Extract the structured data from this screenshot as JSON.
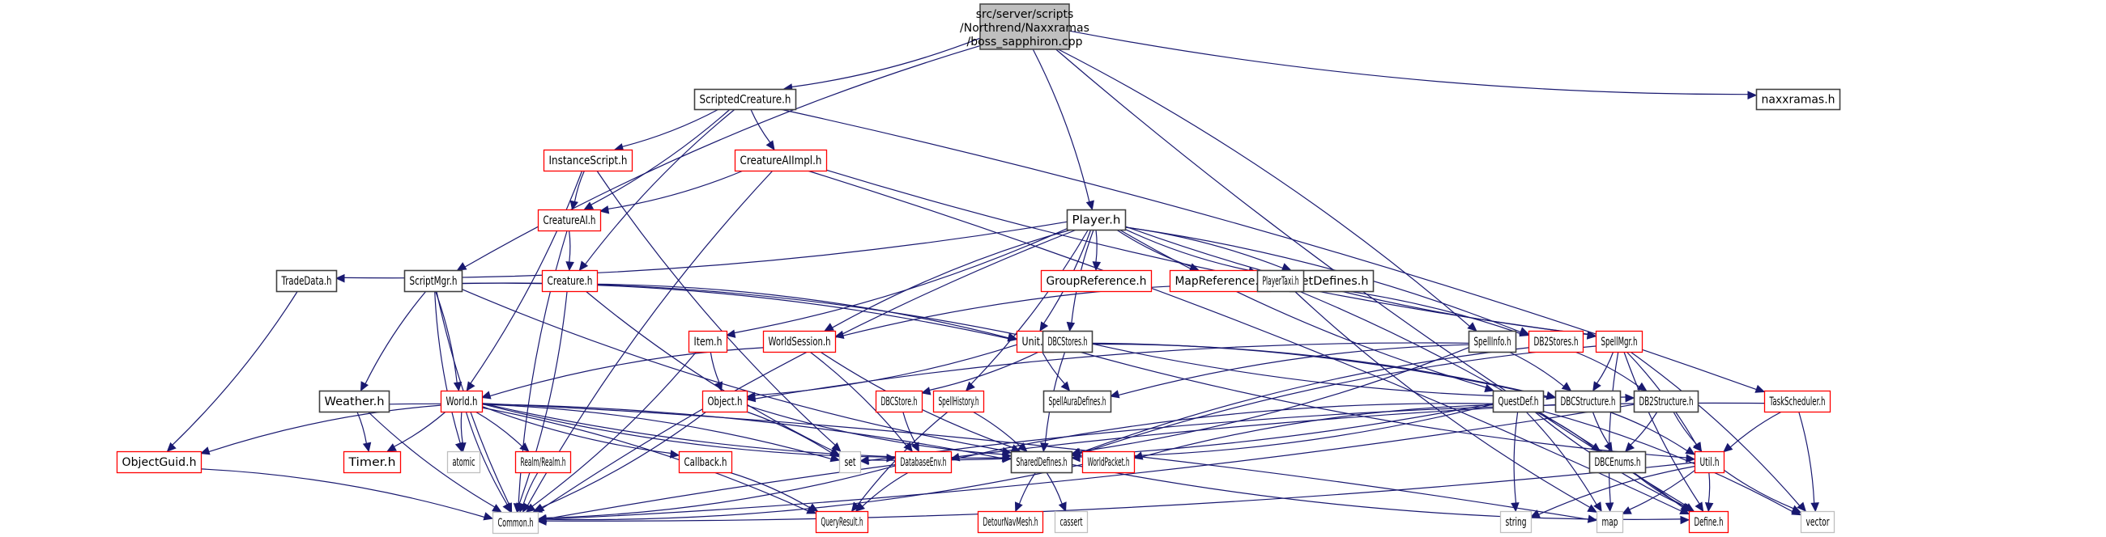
{
  "diagram": {
    "type": "include-dependency-graph",
    "colors": {
      "edge": "#191970",
      "root_fill": "#bfbfbf",
      "root_border": "#404040",
      "documented_border": "#404040",
      "undocumented_border": "#ff0000",
      "external_border": "#bfbfbf",
      "external_text": "#404040"
    },
    "root": {
      "id": "root",
      "label_lines": [
        "src/server/scripts",
        "/Northrend/Naxxramas",
        "/boss_sapphiron.cpp"
      ]
    },
    "nodes": [
      {
        "id": "ScriptedCreature",
        "label": "ScriptedCreature.h",
        "kind": "documented"
      },
      {
        "id": "naxxramas",
        "label": "naxxramas.h",
        "kind": "documented"
      },
      {
        "id": "InstanceScript",
        "label": "InstanceScript.h",
        "kind": "undocumented"
      },
      {
        "id": "CreatureAIImpl",
        "label": "CreatureAIImpl.h",
        "kind": "undocumented"
      },
      {
        "id": "CreatureAI",
        "label": "CreatureAI.h",
        "kind": "undocumented"
      },
      {
        "id": "Player",
        "label": "Player.h",
        "kind": "documented"
      },
      {
        "id": "TradeData",
        "label": "TradeData.h",
        "kind": "documented"
      },
      {
        "id": "ScriptMgr",
        "label": "ScriptMgr.h",
        "kind": "documented"
      },
      {
        "id": "Creature",
        "label": "Creature.h",
        "kind": "undocumented"
      },
      {
        "id": "GroupReference",
        "label": "GroupReference.h",
        "kind": "undocumented"
      },
      {
        "id": "MapReference",
        "label": "MapReference.h",
        "kind": "undocumented"
      },
      {
        "id": "PetDefines",
        "label": "PetDefines.h",
        "kind": "documented"
      },
      {
        "id": "PlayerTaxi",
        "label": "PlayerTaxi.h",
        "kind": "documented"
      },
      {
        "id": "Item",
        "label": "Item.h",
        "kind": "undocumented"
      },
      {
        "id": "WorldSession",
        "label": "WorldSession.h",
        "kind": "undocumented"
      },
      {
        "id": "Unit",
        "label": "Unit.h",
        "kind": "undocumented"
      },
      {
        "id": "DBCStores",
        "label": "DBCStores.h",
        "kind": "documented"
      },
      {
        "id": "SpellInfo",
        "label": "SpellInfo.h",
        "kind": "documented"
      },
      {
        "id": "DB2Stores",
        "label": "DB2Stores.h",
        "kind": "undocumented"
      },
      {
        "id": "SpellMgr",
        "label": "SpellMgr.h",
        "kind": "undocumented"
      },
      {
        "id": "Weather",
        "label": "Weather.h",
        "kind": "documented"
      },
      {
        "id": "World",
        "label": "World.h",
        "kind": "undocumented"
      },
      {
        "id": "Object",
        "label": "Object.h",
        "kind": "undocumented"
      },
      {
        "id": "DBCStore",
        "label": "DBCStore.h",
        "kind": "undocumented"
      },
      {
        "id": "SpellHistory",
        "label": "SpellHistory.h",
        "kind": "undocumented"
      },
      {
        "id": "SpellAuraDefines",
        "label": "SpellAuraDefines.h",
        "kind": "documented"
      },
      {
        "id": "QuestDef",
        "label": "QuestDef.h",
        "kind": "documented"
      },
      {
        "id": "DBCStructure",
        "label": "DBCStructure.h",
        "kind": "documented"
      },
      {
        "id": "DB2Structure",
        "label": "DB2Structure.h",
        "kind": "documented"
      },
      {
        "id": "TaskScheduler",
        "label": "TaskScheduler.h",
        "kind": "undocumented"
      },
      {
        "id": "ObjectGuid",
        "label": "ObjectGuid.h",
        "kind": "undocumented"
      },
      {
        "id": "Timer",
        "label": "Timer.h",
        "kind": "undocumented"
      },
      {
        "id": "atomic",
        "label": "atomic",
        "kind": "external"
      },
      {
        "id": "Realm",
        "label": "Realm/Realm.h",
        "kind": "undocumented"
      },
      {
        "id": "Callback",
        "label": "Callback.h",
        "kind": "undocumented"
      },
      {
        "id": "set",
        "label": "set",
        "kind": "external"
      },
      {
        "id": "DatabaseEnv",
        "label": "DatabaseEnv.h",
        "kind": "undocumented"
      },
      {
        "id": "SharedDefines",
        "label": "SharedDefines.h",
        "kind": "documented"
      },
      {
        "id": "WorldPacket",
        "label": "WorldPacket.h",
        "kind": "undocumented"
      },
      {
        "id": "DBCEnums",
        "label": "DBCEnums.h",
        "kind": "documented"
      },
      {
        "id": "Util",
        "label": "Util.h",
        "kind": "undocumented"
      },
      {
        "id": "Common",
        "label": "Common.h",
        "kind": "external"
      },
      {
        "id": "QueryResult",
        "label": "QueryResult.h",
        "kind": "undocumented"
      },
      {
        "id": "DetourNavMesh",
        "label": "DetourNavMesh.h",
        "kind": "undocumented"
      },
      {
        "id": "cassert",
        "label": "cassert",
        "kind": "external"
      },
      {
        "id": "string",
        "label": "string",
        "kind": "external"
      },
      {
        "id": "map",
        "label": "map",
        "kind": "external"
      },
      {
        "id": "Define",
        "label": "Define.h",
        "kind": "undocumented"
      },
      {
        "id": "vector",
        "label": "vector",
        "kind": "external"
      }
    ],
    "edges": [
      [
        "root",
        "ScriptedCreature"
      ],
      [
        "root",
        "naxxramas"
      ],
      [
        "root",
        "Player"
      ],
      [
        "root",
        "ScriptMgr"
      ],
      [
        "root",
        "SpellInfo"
      ],
      [
        "root",
        "Define"
      ],
      [
        "ScriptedCreature",
        "InstanceScript"
      ],
      [
        "ScriptedCreature",
        "CreatureAIImpl"
      ],
      [
        "ScriptedCreature",
        "CreatureAI"
      ],
      [
        "ScriptedCreature",
        "Creature"
      ],
      [
        "ScriptedCreature",
        "TaskScheduler"
      ],
      [
        "InstanceScript",
        "CreatureAI"
      ],
      [
        "InstanceScript",
        "World"
      ],
      [
        "InstanceScript",
        "set"
      ],
      [
        "CreatureAIImpl",
        "CreatureAI"
      ],
      [
        "CreatureAIImpl",
        "SpellMgr"
      ],
      [
        "CreatureAIImpl",
        "Define"
      ],
      [
        "CreatureAIImpl",
        "Common"
      ],
      [
        "CreatureAI",
        "Creature"
      ],
      [
        "CreatureAI",
        "Common"
      ],
      [
        "Player",
        "GroupReference"
      ],
      [
        "Player",
        "MapReference"
      ],
      [
        "Player",
        "PetDefines"
      ],
      [
        "Player",
        "PlayerTaxi"
      ],
      [
        "Player",
        "Item"
      ],
      [
        "Player",
        "WorldSession"
      ],
      [
        "Player",
        "Unit"
      ],
      [
        "Player",
        "DBCStores"
      ],
      [
        "Player",
        "DB2Stores"
      ],
      [
        "Player",
        "SpellMgr"
      ],
      [
        "Player",
        "SpellHistory"
      ],
      [
        "Player",
        "QuestDef"
      ],
      [
        "Player",
        "TradeData"
      ],
      [
        "Player",
        "Common"
      ],
      [
        "TradeData",
        "ObjectGuid"
      ],
      [
        "ScriptMgr",
        "Weather"
      ],
      [
        "ScriptMgr",
        "World"
      ],
      [
        "ScriptMgr",
        "atomic"
      ],
      [
        "ScriptMgr",
        "Unit"
      ],
      [
        "ScriptMgr",
        "SharedDefines"
      ],
      [
        "ScriptMgr",
        "DBCStores"
      ],
      [
        "ScriptMgr",
        "Common"
      ],
      [
        "Creature",
        "Unit"
      ],
      [
        "Creature",
        "set"
      ],
      [
        "Creature",
        "Common"
      ],
      [
        "PlayerTaxi",
        "WorldSession"
      ],
      [
        "PlayerTaxi",
        "DB2Stores"
      ],
      [
        "PlayerTaxi",
        "map"
      ],
      [
        "PlayerTaxi",
        "Define"
      ],
      [
        "Item",
        "Object"
      ],
      [
        "Item",
        "Common"
      ],
      [
        "WorldSession",
        "World"
      ],
      [
        "WorldSession",
        "DatabaseEnv"
      ],
      [
        "WorldSession",
        "SharedDefines"
      ],
      [
        "Unit",
        "Object"
      ],
      [
        "Unit",
        "SpellAuraDefines"
      ],
      [
        "Unit",
        "DBCStructure"
      ],
      [
        "Unit",
        "Util"
      ],
      [
        "DBCStores",
        "DBCStore"
      ],
      [
        "DBCStores",
        "SharedDefines"
      ],
      [
        "DBCStores",
        "DBCStructure"
      ],
      [
        "DBCStores",
        "DB2Structure"
      ],
      [
        "SpellInfo",
        "SharedDefines"
      ],
      [
        "SpellInfo",
        "SpellAuraDefines"
      ],
      [
        "SpellInfo",
        "DBCStructure"
      ],
      [
        "SpellInfo",
        "Object"
      ],
      [
        "DB2Stores",
        "DB2Structure"
      ],
      [
        "DB2Stores",
        "SharedDefines"
      ],
      [
        "SpellMgr",
        "DBCStructure"
      ],
      [
        "SpellMgr",
        "SharedDefines"
      ],
      [
        "SpellMgr",
        "Util"
      ],
      [
        "SpellMgr",
        "Define"
      ],
      [
        "SpellMgr",
        "vector"
      ],
      [
        "SpellMgr",
        "map"
      ],
      [
        "Weather",
        "Timer"
      ],
      [
        "Weather",
        "Common"
      ],
      [
        "Weather",
        "SharedDefines"
      ],
      [
        "World",
        "ObjectGuid"
      ],
      [
        "World",
        "Timer"
      ],
      [
        "World",
        "atomic"
      ],
      [
        "World",
        "Realm"
      ],
      [
        "World",
        "Callback"
      ],
      [
        "World",
        "set"
      ],
      [
        "World",
        "SharedDefines"
      ],
      [
        "World",
        "QueryResult"
      ],
      [
        "World",
        "Common"
      ],
      [
        "World",
        "map"
      ],
      [
        "World",
        "DatabaseEnv"
      ],
      [
        "Object",
        "set"
      ],
      [
        "Object",
        "SharedDefines"
      ],
      [
        "Object",
        "Common"
      ],
      [
        "DBCStore",
        "DatabaseEnv"
      ],
      [
        "SpellHistory",
        "SharedDefines"
      ],
      [
        "SpellHistory",
        "QueryResult"
      ],
      [
        "QuestDef",
        "SharedDefines"
      ],
      [
        "QuestDef",
        "WorldPacket"
      ],
      [
        "QuestDef",
        "DBCEnums"
      ],
      [
        "QuestDef",
        "string"
      ],
      [
        "QuestDef",
        "map"
      ],
      [
        "QuestDef",
        "Define"
      ],
      [
        "QuestDef",
        "vector"
      ],
      [
        "QuestDef",
        "DatabaseEnv"
      ],
      [
        "QuestDef",
        "set"
      ],
      [
        "DBCStructure",
        "DBCEnums"
      ],
      [
        "DBCStructure",
        "Util"
      ],
      [
        "DBCStructure",
        "Common"
      ],
      [
        "DB2Structure",
        "DBCEnums"
      ],
      [
        "DB2Structure",
        "Util"
      ],
      [
        "DB2Structure",
        "Common"
      ],
      [
        "TaskScheduler",
        "Util"
      ],
      [
        "TaskScheduler",
        "vector"
      ],
      [
        "TaskScheduler",
        "set"
      ],
      [
        "ObjectGuid",
        "Common"
      ],
      [
        "Realm",
        "Common"
      ],
      [
        "Callback",
        "QueryResult"
      ],
      [
        "DatabaseEnv",
        "QueryResult"
      ],
      [
        "DatabaseEnv",
        "Common"
      ],
      [
        "SharedDefines",
        "DetourNavMesh"
      ],
      [
        "SharedDefines",
        "cassert"
      ],
      [
        "SharedDefines",
        "Define"
      ],
      [
        "WorldPacket",
        "Common"
      ],
      [
        "DBCEnums",
        "Define"
      ],
      [
        "Util",
        "Define"
      ],
      [
        "Util",
        "string"
      ],
      [
        "Util",
        "map"
      ],
      [
        "Util",
        "vector"
      ],
      [
        "Util",
        "Common"
      ]
    ]
  }
}
